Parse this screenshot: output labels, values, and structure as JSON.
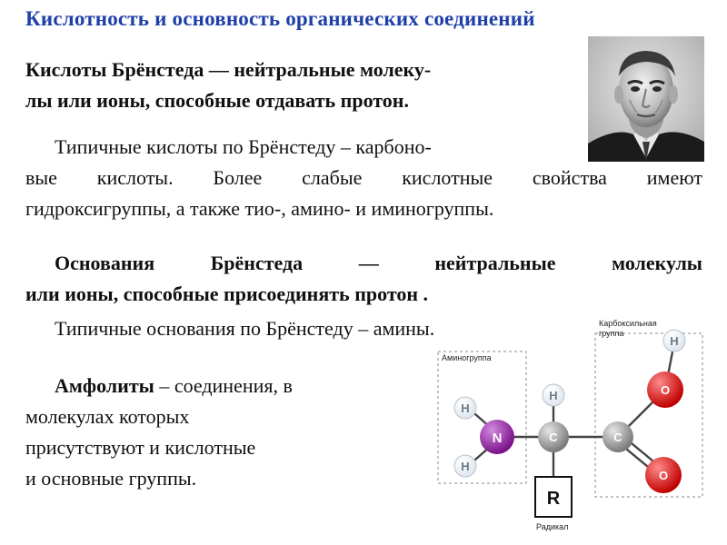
{
  "title": "Кислотность и основность органических соединений",
  "acids": {
    "bold_line1": "Кислоты Брёнстеда — нейтральные молеку-",
    "bold_line2": "лы или ионы, способные отдавать протон.",
    "typical_line1": "Типичные кислоты по Брёнстеду – карбоно-",
    "typical_line2": "вые кислоты. Более слабые кислотные свойства имеют",
    "typical_line3": "гидроксигруппы, а также тио-, амино- и иминогруппы."
  },
  "bases": {
    "bold_line1": "Основания Брёнстеда — нейтральные молекулы",
    "bold_line2": "или ионы, способные присоединять протон .",
    "typical": "Типичные основания по Брёнстеду – амины."
  },
  "ampholytes": {
    "term": "Амфолиты",
    "line1_rest": " – соединения, в",
    "line2": "молекулах которых",
    "line3": "присутствуют и кислотные",
    "line4": "и основные группы."
  },
  "molecule": {
    "carboxyl_label_1": "Карбоксильная",
    "carboxyl_label_2": "группа",
    "amino_label": "Аминогруппа",
    "radical_label": "Радикал",
    "atoms": {
      "h": "H",
      "n": "N",
      "c": "C",
      "o": "O",
      "r": "R"
    }
  },
  "colors": {
    "title": "#1f3fa8",
    "nitrogen": "#8a1a9a",
    "oxygen": "#d81818",
    "hydrogen": "#6c7a86",
    "carbon": "#808080"
  }
}
